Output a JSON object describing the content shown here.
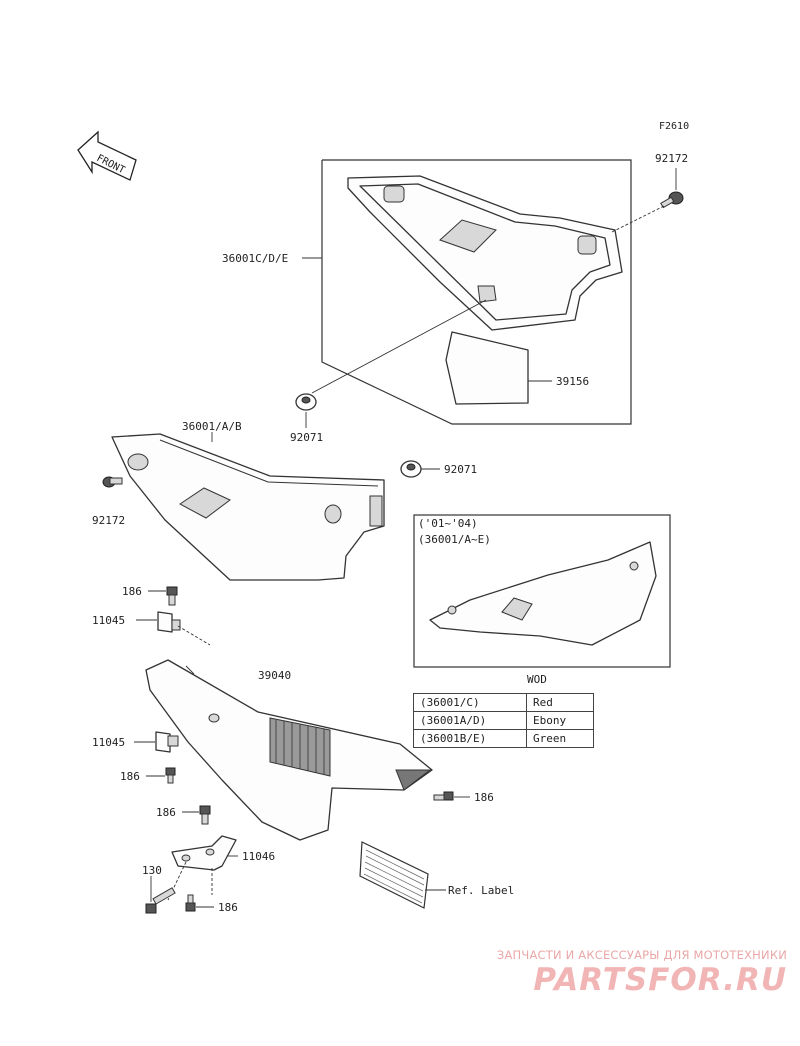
{
  "diagram": {
    "code": "F2610",
    "front_arrow": "FRONT",
    "parts": {
      "p92172_top": "92172",
      "p36001cde": "36001C/D/E",
      "p39156": "39156",
      "p92071_a": "92071",
      "p36001ab": "36001/A/B",
      "p92071_b": "92071",
      "p92172_left": "92172",
      "p186_a": "186",
      "p11045_a": "11045",
      "p39040": "39040",
      "p11045_b": "11045",
      "p186_b": "186",
      "p186_c": "186",
      "p186_d": "186",
      "p11046": "11046",
      "p130": "130",
      "p186_e": "186",
      "ref_label": "Ref. Label"
    },
    "inset": {
      "years": "('01~'04)",
      "applies": "(36001/A~E)"
    },
    "color_table": {
      "header": "WOD",
      "rows": [
        {
          "code": "(36001/C)",
          "color": "Red"
        },
        {
          "code": "(36001A/D)",
          "color": "Ebony"
        },
        {
          "code": "(36001B/E)",
          "color": "Green"
        }
      ]
    }
  },
  "watermark": {
    "line1": "ЗАПЧАСТИ И АКСЕССУАРЫ ДЛЯ МОТОТЕХНИКИ",
    "line2": "PARTSFOR.RU"
  }
}
